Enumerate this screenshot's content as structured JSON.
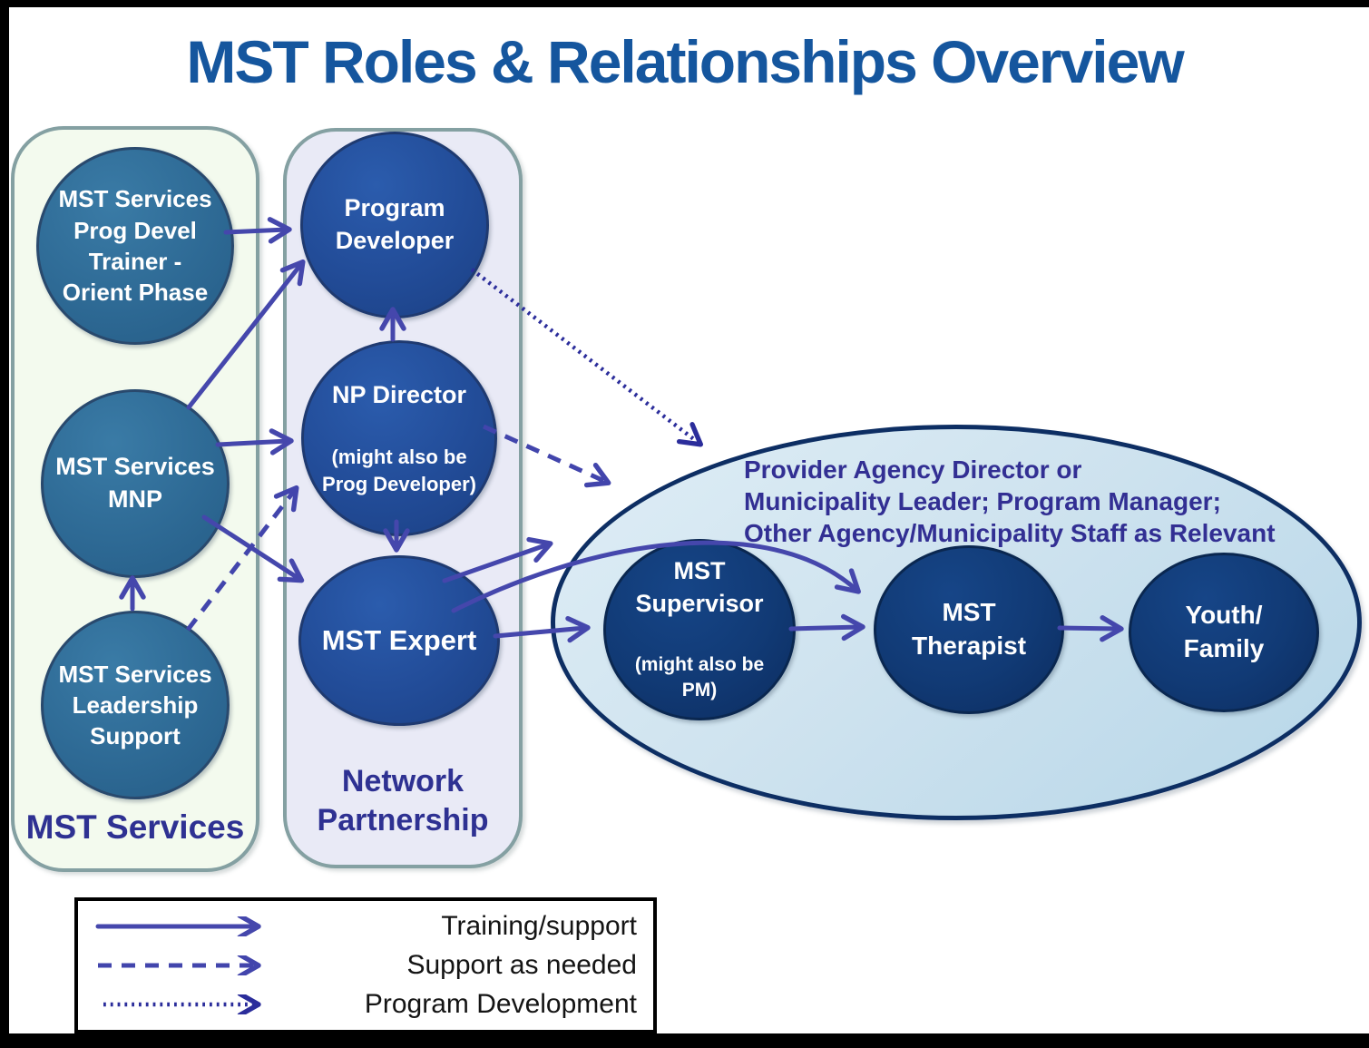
{
  "title": "MST Roles & Relationships Overview",
  "colors": {
    "title_blue": "#15569E",
    "indigo_label": "#2E3192",
    "arrow_solid": "#4547AC",
    "arrow_dashed": "#4245AC",
    "arrow_dotted": "#2B2D9B",
    "teal_node": "#2E6A95",
    "royal_node": "#224C98",
    "navy_node": "#113A75",
    "services_panel_bg": "#F3FAEE",
    "network_panel_bg": "#E9EAF6",
    "provider_ellipse_bg": "#C9E0EE"
  },
  "panels": {
    "mst_services": {
      "label": "MST Services",
      "nodes": {
        "trainer": "MST Services\nProg Devel\nTrainer -\nOrient Phase",
        "mnp": "MST Services\nMNP",
        "leadership": "MST Services\nLeadership\nSupport"
      }
    },
    "network_partnership": {
      "label": "Network\nPartnership",
      "nodes": {
        "program_developer": "Program\nDeveloper",
        "np_director": "NP Director",
        "np_director_sub": "(might also be\nProg Developer)",
        "mst_expert": "MST Expert"
      }
    },
    "provider_group": {
      "label": "Provider Agency Director or\nMunicipality Leader; Program Manager;\nOther Agency/Municipality Staff as Relevant",
      "nodes": {
        "supervisor": "MST\nSupervisor",
        "supervisor_sub": "(might also be\nPM)",
        "therapist": "MST\nTherapist",
        "youth_family": "Youth/\nFamily"
      }
    }
  },
  "connections": [
    {
      "from": "MST Services Prog Devel Trainer - Orient Phase",
      "to": "Program Developer",
      "type": "training_support"
    },
    {
      "from": "MST Services MNP",
      "to": "Program Developer",
      "type": "training_support"
    },
    {
      "from": "MST Services MNP",
      "to": "NP Director",
      "type": "training_support"
    },
    {
      "from": "MST Services MNP",
      "to": "MST Expert",
      "type": "training_support"
    },
    {
      "from": "MST Services Leadership Support",
      "to": "MST Services MNP",
      "type": "training_support"
    },
    {
      "from": "MST Services Leadership Support",
      "to": "NP Director",
      "type": "support_as_needed"
    },
    {
      "from": "NP Director",
      "to": "Program Developer",
      "type": "training_support"
    },
    {
      "from": "NP Director",
      "to": "MST Expert",
      "type": "training_support"
    },
    {
      "from": "NP Director",
      "to": "Provider Agency group",
      "type": "support_as_needed"
    },
    {
      "from": "Program Developer",
      "to": "Provider Agency group",
      "type": "program_development"
    },
    {
      "from": "MST Expert",
      "to": "Provider Agency group",
      "type": "training_support"
    },
    {
      "from": "MST Expert",
      "to": "MST Supervisor",
      "type": "training_support"
    },
    {
      "from": "MST Expert",
      "to": "MST Therapist",
      "type": "training_support"
    },
    {
      "from": "MST Supervisor",
      "to": "MST Therapist",
      "type": "training_support"
    },
    {
      "from": "MST Therapist",
      "to": "Youth/Family",
      "type": "training_support"
    }
  ],
  "legend": {
    "items": [
      {
        "style": "solid",
        "label": "Training/support"
      },
      {
        "style": "dashed",
        "label": "Support as needed"
      },
      {
        "style": "dotted",
        "label": "Program Development"
      }
    ]
  }
}
